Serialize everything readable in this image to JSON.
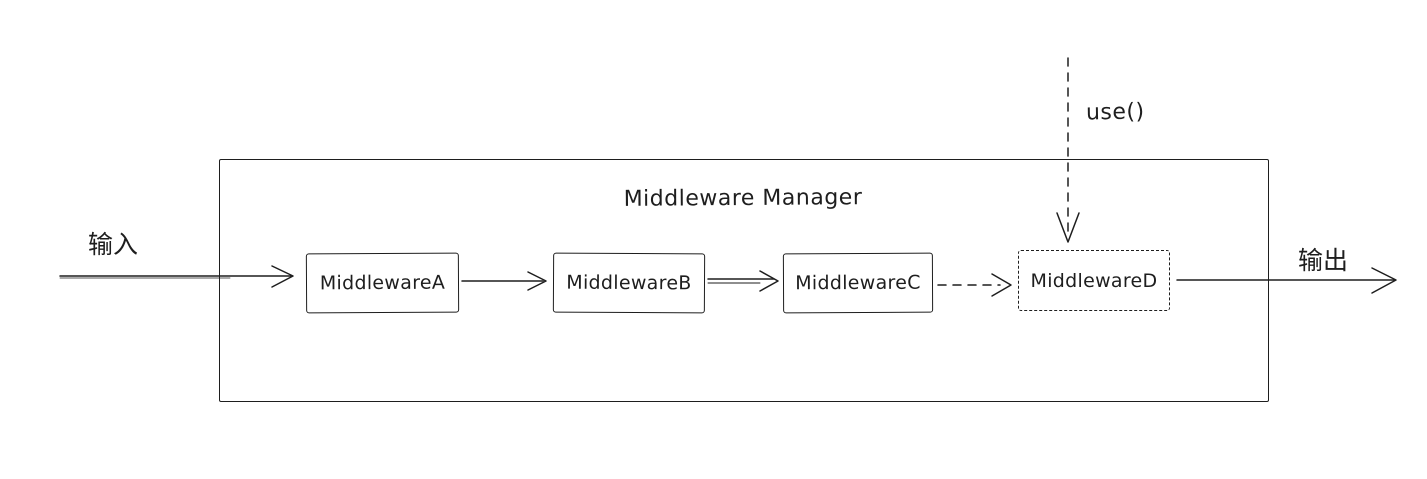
{
  "diagram": {
    "background_color": "#ffffff",
    "stroke_color": "#1e1e1e",
    "container": {
      "title": "Middleware Manager"
    },
    "nodes": [
      {
        "id": "middleware-a",
        "label": "MiddlewareA",
        "border_style": "solid"
      },
      {
        "id": "middleware-b",
        "label": "MiddlewareB",
        "border_style": "solid"
      },
      {
        "id": "middleware-c",
        "label": "MiddlewareC",
        "border_style": "solid"
      },
      {
        "id": "middleware-d",
        "label": "MiddlewareD",
        "border_style": "dashed"
      }
    ],
    "labels": {
      "input": "输入",
      "output": "输出",
      "use_call": "use()"
    },
    "edges": [
      {
        "from": "input",
        "to": "middleware-a",
        "style": "solid"
      },
      {
        "from": "middleware-a",
        "to": "middleware-b",
        "style": "solid"
      },
      {
        "from": "middleware-b",
        "to": "middleware-c",
        "style": "solid"
      },
      {
        "from": "middleware-c",
        "to": "middleware-d",
        "style": "dashed"
      },
      {
        "from": "middleware-d",
        "to": "output",
        "style": "solid"
      },
      {
        "from": "use_call",
        "to": "middleware-d",
        "style": "dashed"
      }
    ]
  }
}
